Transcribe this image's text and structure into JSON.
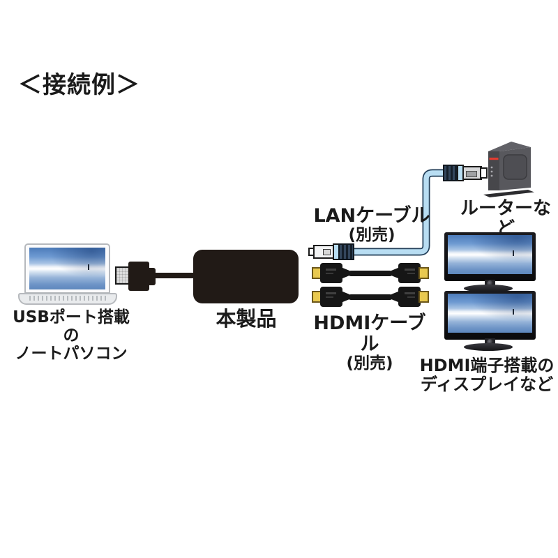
{
  "title": "＜接続例＞",
  "colors": {
    "lan_cable_fill": "#b8ddf2",
    "lan_cable_outline": "#24405a",
    "hdmi_connector_gold": "#e9c94f",
    "product_black": "#211a16",
    "router_red_stripe": "#e23c31",
    "text": "#1a1a1a"
  },
  "laptop": {
    "label_line1": "USBポート搭載の",
    "label_line2": "ノートパソコン"
  },
  "product": {
    "label": "本製品"
  },
  "lan": {
    "cable_label_line1": "LANケーブル",
    "cable_label_line2": "(別売)"
  },
  "router": {
    "label": "ルーターなど"
  },
  "hdmi": {
    "cable_label_line1": "HDMIケーブル",
    "cable_label_line2": "(別売)"
  },
  "displays": {
    "label_line1": "HDMI端子搭載の",
    "label_line2": "ディスプレイなど"
  }
}
